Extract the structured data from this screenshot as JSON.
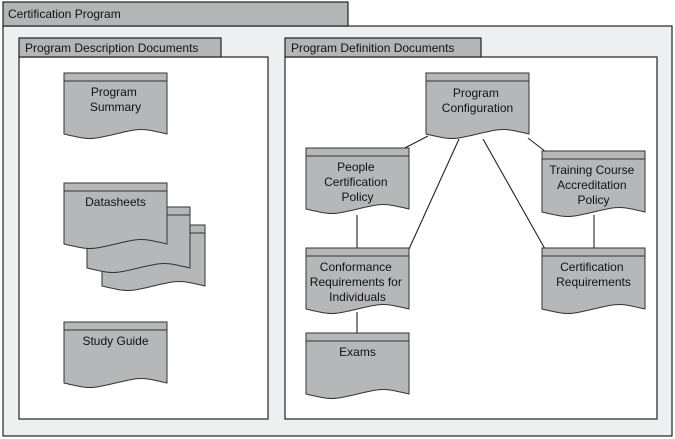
{
  "outer": {
    "title": "Certification Program"
  },
  "panels": {
    "description": {
      "title": "Program Description Documents",
      "docs": [
        {
          "lines": [
            "Program",
            "Summary"
          ]
        },
        {
          "lines": [
            "Datasheets"
          ]
        },
        {
          "lines": [
            "Study Guide"
          ]
        }
      ]
    },
    "definition": {
      "title": "Program Definition Documents",
      "docs": [
        {
          "lines": [
            "Program",
            "Configuration"
          ]
        },
        {
          "lines": [
            "People",
            "Certification",
            "Policy"
          ]
        },
        {
          "lines": [
            "Training Course",
            "Accreditation",
            "Policy"
          ]
        },
        {
          "lines": [
            "Conformance",
            "Requirements for",
            "Individuals"
          ]
        },
        {
          "lines": [
            "Certification",
            "Requirements"
          ]
        },
        {
          "lines": [
            "Exams"
          ]
        }
      ]
    }
  }
}
